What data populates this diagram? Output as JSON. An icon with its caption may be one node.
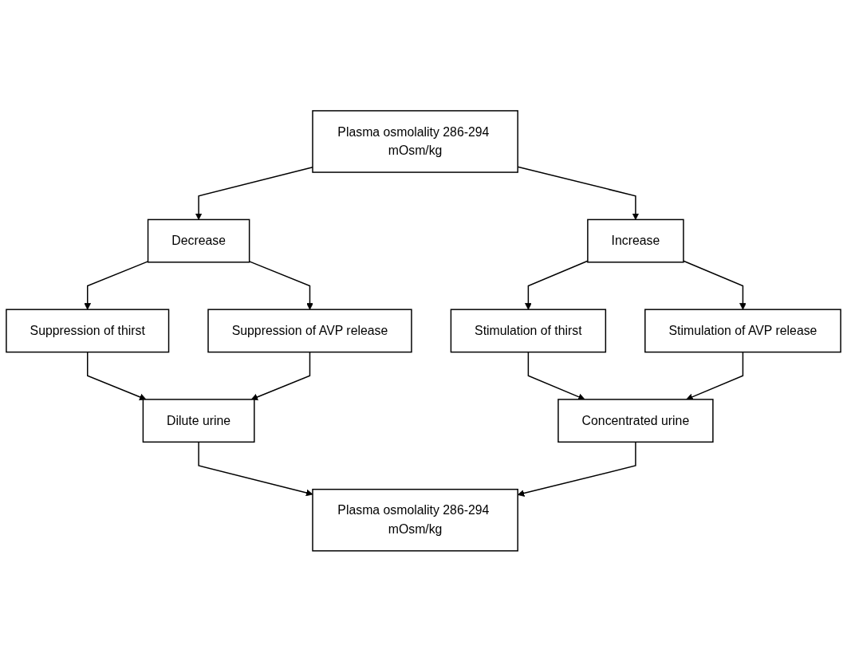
{
  "diagram": {
    "nodes": [
      {
        "text": [
          "Decrease"
        ]
      },
      {
        "text": [
          "Plasma osmolality 286-294 mOsm/kg"
        ]
      },
      {
        "text": [
          "Increase"
        ]
      },
      {
        "text": [
          "Suppression of thirst"
        ]
      },
      {
        "text": [
          "Suppression of AVP release"
        ]
      },
      {
        "text": [
          "Stimulation of thirst"
        ]
      },
      {
        "text": [
          "Stimulation of AVP release"
        ]
      },
      {
        "text": [
          "Dilute urine"
        ]
      },
      {
        "text": [
          "Concentrated urine"
        ]
      },
      {
        "text": [
          "Plasma osmolality 286-294 mOsm/kg"
        ]
      }
    ],
    "edges": [
      {
        "from": 1,
        "to": 0,
        "arrow": "to"
      },
      {
        "from": 1,
        "to": 2,
        "arrow": "to"
      },
      {
        "from": 0,
        "to": 3,
        "arrow": "to"
      },
      {
        "from": 0,
        "to": 4,
        "arrow": "to"
      },
      {
        "from": 2,
        "to": 5,
        "arrow": "to"
      },
      {
        "from": 2,
        "to": 6,
        "arrow": "to"
      },
      {
        "from": 3,
        "to": 7,
        "arrow": "to"
      },
      {
        "from": 4,
        "to": 7,
        "arrow": "to"
      },
      {
        "from": 5,
        "to": 8,
        "arrow": "to"
      },
      {
        "from": 6,
        "to": 8,
        "arrow": "to"
      },
      {
        "from": 7,
        "to": 9,
        "arrow": "to"
      },
      {
        "from": 8,
        "to": 9,
        "arrow": "to"
      }
    ]
  }
}
